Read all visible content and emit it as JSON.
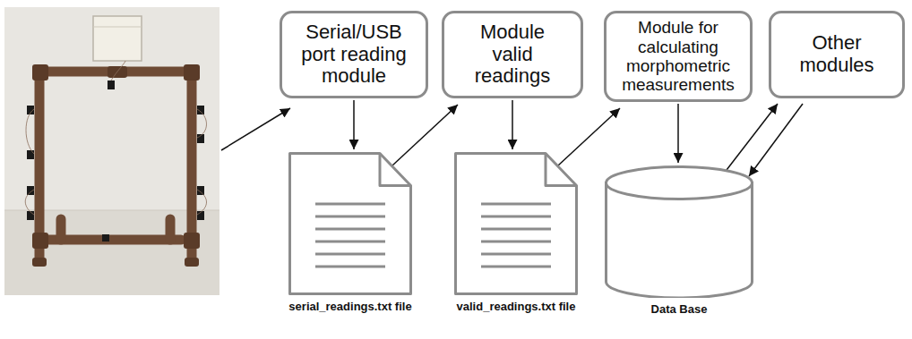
{
  "diagram": {
    "nodes": [
      {
        "text": [
          "Serial/USB port reading module"
        ]
      },
      {
        "text": [
          "Module valid readings"
        ]
      },
      {
        "text": [
          "Module for calculating morphometric measurements"
        ]
      },
      {
        "text": [
          "Other modules"
        ]
      },
      {
        "text": [
          "serial_readings.txt file"
        ]
      },
      {
        "text": [
          "valid_readings.txt file"
        ]
      },
      {
        "text": [
          "Data Base"
        ]
      }
    ],
    "edges": [
      {
        "from": 0,
        "to": 4,
        "arrow": "to"
      },
      {
        "from": 4,
        "to": 1,
        "arrow": "to"
      },
      {
        "from": 1,
        "to": 5,
        "arrow": "to"
      },
      {
        "from": 5,
        "to": 2,
        "arrow": "to"
      },
      {
        "from": 2,
        "to": 6,
        "arrow": "to"
      },
      {
        "from": 6,
        "to": 3,
        "arrow": "to"
      },
      {
        "from": 3,
        "to": 6,
        "arrow": "to"
      }
    ]
  }
}
